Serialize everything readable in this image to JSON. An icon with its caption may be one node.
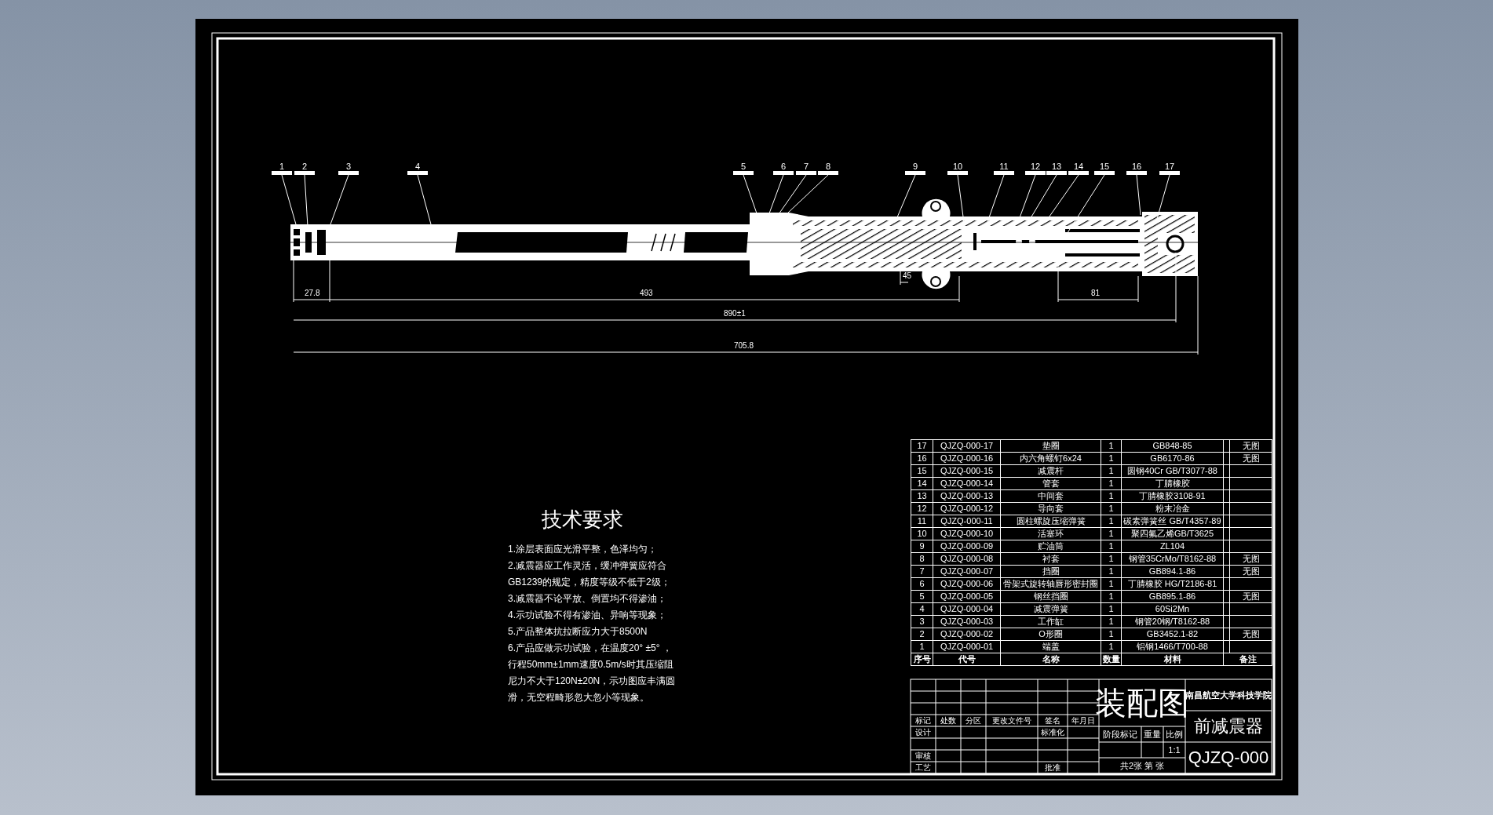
{
  "diagram": {
    "nodes": [
      {
        "text": [
          "1"
        ]
      },
      {
        "text": [
          "2"
        ]
      },
      {
        "text": [
          "3"
        ]
      },
      {
        "text": [
          "4"
        ]
      },
      {
        "text": [
          "5"
        ]
      },
      {
        "text": [
          "6"
        ]
      },
      {
        "text": [
          "7"
        ]
      },
      {
        "text": [
          "8"
        ]
      },
      {
        "text": [
          "9"
        ]
      },
      {
        "text": [
          "10"
        ]
      },
      {
        "text": [
          "11"
        ]
      },
      {
        "text": [
          "12"
        ]
      },
      {
        "text": [
          "13"
        ]
      },
      {
        "text": [
          "14"
        ]
      },
      {
        "text": [
          "15"
        ]
      },
      {
        "text": [
          "16"
        ]
      },
      {
        "text": [
          "17"
        ]
      }
    ],
    "edges": [
      {
        "from": 0,
        "to": null,
        "arrow": "none"
      },
      {
        "from": 1,
        "to": null,
        "arrow": "none"
      },
      {
        "from": 2,
        "to": null,
        "arrow": "none"
      },
      {
        "from": 3,
        "to": null,
        "arrow": "none"
      },
      {
        "from": 4,
        "to": null,
        "arrow": "none"
      },
      {
        "from": 5,
        "to": null,
        "arrow": "none"
      },
      {
        "from": 6,
        "to": null,
        "arrow": "none"
      },
      {
        "from": 7,
        "to": null,
        "arrow": "none"
      },
      {
        "from": 8,
        "to": null,
        "arrow": "none"
      },
      {
        "from": 9,
        "to": null,
        "arrow": "none"
      },
      {
        "from": 10,
        "to": null,
        "arrow": "none"
      },
      {
        "from": 11,
        "to": null,
        "arrow": "none"
      },
      {
        "from": 12,
        "to": null,
        "arrow": "none"
      },
      {
        "from": 13,
        "to": null,
        "arrow": "none"
      },
      {
        "from": 14,
        "to": null,
        "arrow": "none"
      },
      {
        "from": 15,
        "to": null,
        "arrow": "none"
      },
      {
        "from": 16,
        "to": null,
        "arrow": "none"
      }
    ],
    "labels": [
      "27.8",
      "493",
      "890±1",
      "705.8",
      "45",
      "81",
      "技术要求",
      "1.涂层表面应光滑平整，色泽均匀；",
      "2.减震器应工作灵活，缓冲弹簧应符合GB1239的规定，精度等级不低于2级；",
      "3.减震器不论平放、倒置均不得渗油；",
      "4.示功试验不得有渗油、异响等现象；",
      "5.产品整体抗拉断应力大于8500N",
      "6.产品应做示功试验，在温度20° ±5° ，行程50mm±1mm速度0.5m/s时其压缩阻尼力不大于120N±20N，示功图应丰满圆滑，无空程畸形忽大忽小等现象。",
      "17",
      "QJZQ-000-17",
      "垫圈",
      "1",
      "GB848-85",
      "无图",
      "16",
      "QJZQ-000-16",
      "内六角螺钉6x24",
      "1",
      "GB6170-86",
      "无图",
      "15",
      "QJZQ-000-15",
      "减震杆",
      "1",
      "圆钢40Cr GB/T3077-88",
      "14",
      "QJZQ-000-14",
      "管套",
      "1",
      "丁腈橡胶",
      "13",
      "QJZQ-000-13",
      "中间套",
      "1",
      "丁腈橡胶3108-91",
      "12",
      "QJZQ-000-12",
      "导向套",
      "1",
      "粉末冶金",
      "11",
      "QJZQ-000-11",
      "圆柱螺旋压缩弹簧",
      "1",
      "碳素弹簧丝 GB/T4357-89",
      "10",
      "QJZQ-000-10",
      "活塞环",
      "1",
      "聚四氟乙烯GB/T3625",
      "9",
      "QJZQ-000-09",
      "贮油筒",
      "1",
      "ZL104",
      "8",
      "QJZQ-000-08",
      "衬套",
      "1",
      "钢管35CrMo/T8162-88",
      "无图",
      "7",
      "QJZQ-000-07",
      "挡圈",
      "1",
      "GB894.1-86",
      "无图",
      "6",
      "QJZQ-000-06",
      "骨架式旋转轴唇形密封圈",
      "1",
      "丁腈橡胶 HG/T2186-81",
      "5",
      "QJZQ-000-05",
      "钢丝挡圈",
      "1",
      "GB895.1-86",
      "无图",
      "4",
      "QJZQ-000-04",
      "减震弹簧",
      "1",
      "60Si2Mn",
      "3",
      "QJZQ-000-03",
      "工作缸",
      "1",
      "钢管20钢/T8162-88",
      "2",
      "QJZQ-000-02",
      "O形圈",
      "1",
      "GB3452.1-82",
      "无图",
      "1",
      "QJZQ-000-01",
      "端盖",
      "1",
      "铝钢1466/T700-88",
      "序号",
      "代号",
      "名称",
      "数量",
      "材料",
      "备注",
      "标记",
      "处数",
      "分区",
      "更改文件号",
      "签名",
      "年月日",
      "设计",
      "标准化",
      "审核",
      "工艺",
      "批准",
      "装配图",
      "阶段标记",
      "重量",
      "比例",
      "1:1",
      "共2张 第 张",
      "南昌航空大学科技学院",
      "前减震器",
      "QJZQ-000"
    ]
  }
}
